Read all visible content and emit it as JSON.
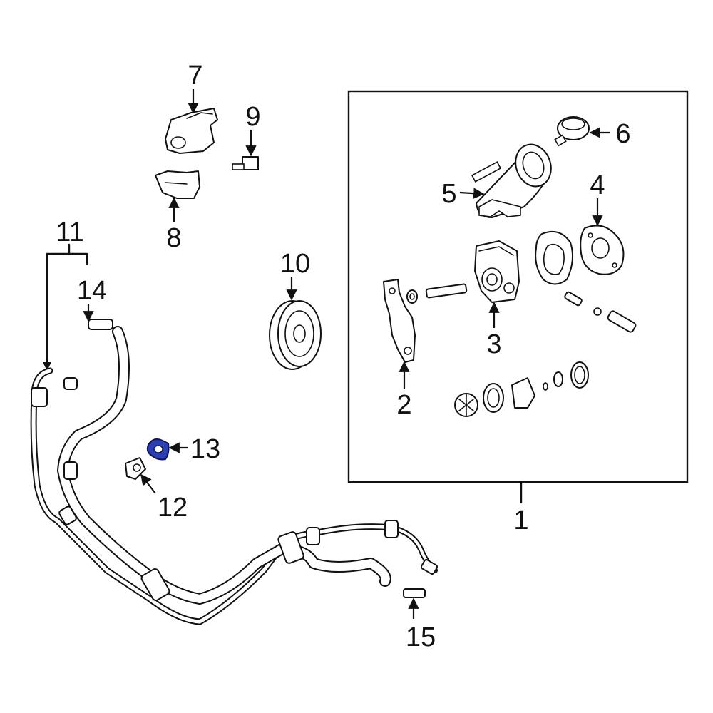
{
  "diagram": {
    "callouts": [
      {
        "id": "1",
        "label": "1"
      },
      {
        "id": "2",
        "label": "2"
      },
      {
        "id": "3",
        "label": "3"
      },
      {
        "id": "4",
        "label": "4"
      },
      {
        "id": "5",
        "label": "5"
      },
      {
        "id": "6",
        "label": "6"
      },
      {
        "id": "7",
        "label": "7"
      },
      {
        "id": "8",
        "label": "8"
      },
      {
        "id": "9",
        "label": "9"
      },
      {
        "id": "10",
        "label": "10"
      },
      {
        "id": "11",
        "label": "11"
      },
      {
        "id": "12",
        "label": "12"
      },
      {
        "id": "13",
        "label": "13"
      },
      {
        "id": "14",
        "label": "14"
      },
      {
        "id": "15",
        "label": "15"
      }
    ],
    "highlighted_part": "13",
    "colors": {
      "line": "#111111",
      "highlight": "#2b3fb0",
      "background": "#ffffff"
    }
  }
}
